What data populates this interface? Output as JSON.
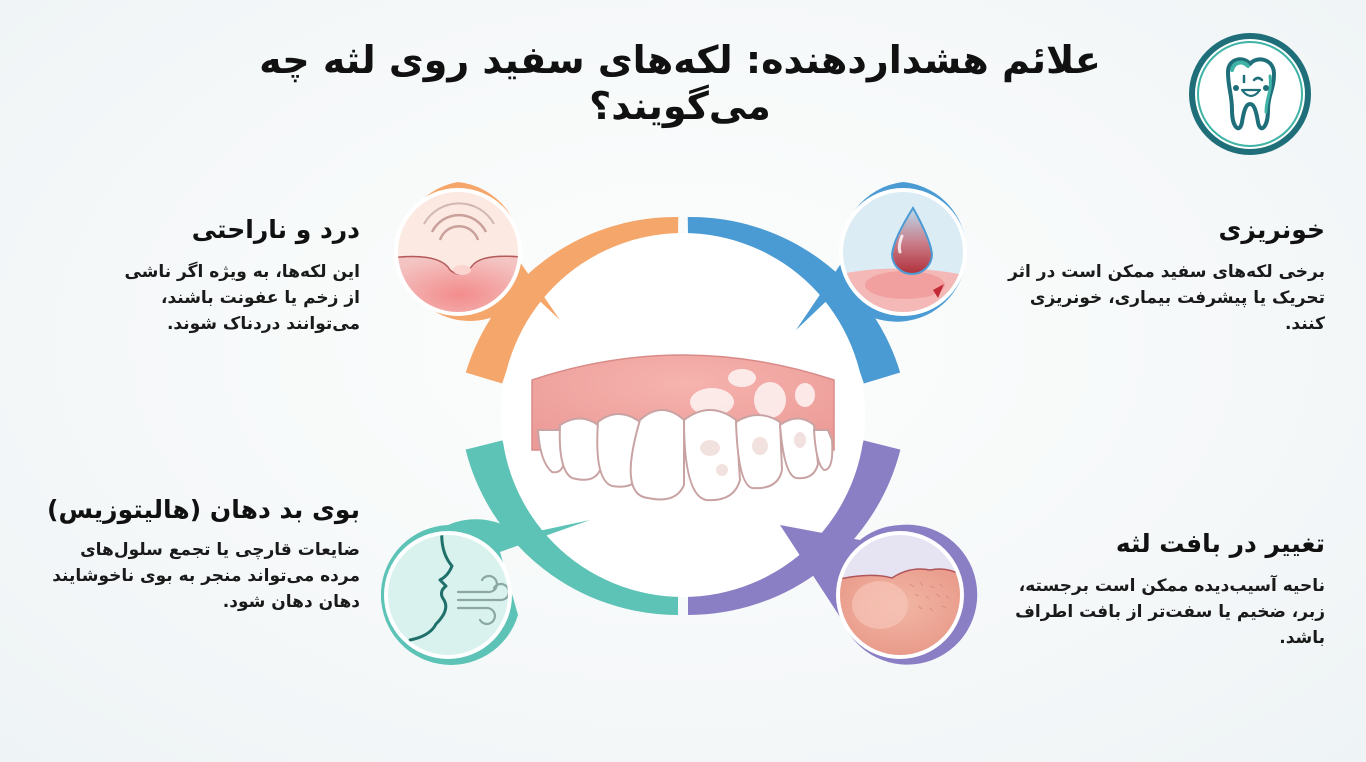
{
  "header": {
    "title": "علائم هشداردهنده: لکه‌های سفید روی لثه چه می‌گویند؟",
    "logo": {
      "icon": "smiling-tooth-logo-icon",
      "ring_color": "#1f6f7a",
      "accent_color": "#3fb3a5"
    }
  },
  "center": {
    "illustration": "upper-gum-teeth-with-white-patches",
    "ring_colors": {
      "top_left": "#f5a66a",
      "top_right": "#4a9bd4",
      "bottom_left": "#5cc3b6",
      "bottom_right": "#8a7fc4"
    }
  },
  "symptoms": [
    {
      "position": "top-left",
      "icon": "pain-gum-swelling-icon",
      "color": "#f5a66a",
      "title": "درد و ناراحتی",
      "description": "این لکه‌ها، به ویژه اگر ناشی از زخم یا عفونت باشند، می‌توانند دردناک شوند."
    },
    {
      "position": "top-right",
      "icon": "blood-drop-icon",
      "color": "#4a9bd4",
      "title": "خونریزی",
      "description": "برخی لکه‌های سفید ممکن است در اثر تحریک یا پیشرفت بیماری، خونریزی کنند."
    },
    {
      "position": "bottom-left",
      "icon": "bad-breath-face-icon",
      "color": "#5cc3b6",
      "title": "بوی بد دهان (هالیتوزیس)",
      "description": "ضایعات قارچی یا تجمع سلول‌های مرده می‌تواند منجر به بوی ناخوشایند دهان دهان شود."
    },
    {
      "position": "bottom-right",
      "icon": "tissue-texture-change-icon",
      "color": "#8a7fc4",
      "title": "تغییر در بافت لثه",
      "description": "ناحیه آسیب‌دیده ممکن است برجسته، زبر، ضخیم یا سفت‌تر از بافت اطراف باشد."
    }
  ]
}
